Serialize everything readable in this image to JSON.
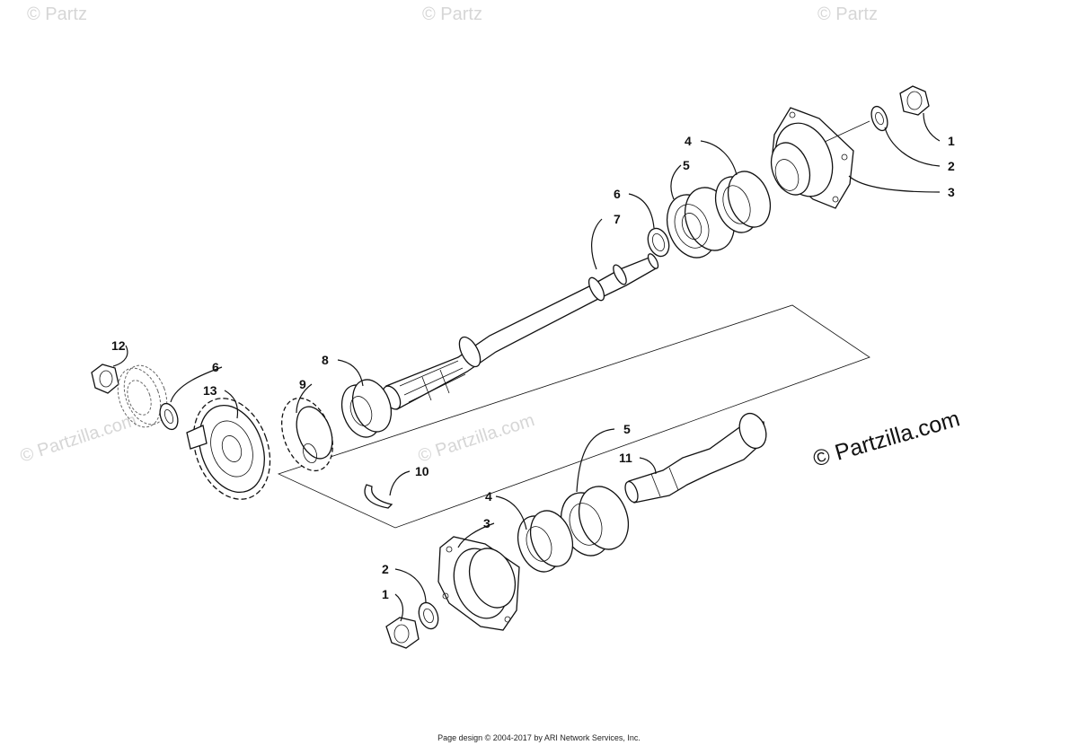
{
  "watermark": {
    "small_text": "© Partzilla.com",
    "top_fragment": "© Partz"
  },
  "brand": {
    "text": "© Partzilla.com"
  },
  "callouts": {
    "c1_upper": "1",
    "c2_upper": "2",
    "c3_upper": "3",
    "c4_upper": "4",
    "c5_upper": "5",
    "c6_upper": "6",
    "c7": "7",
    "c8": "8",
    "c9": "9",
    "c10": "10",
    "c11": "11",
    "c12": "12",
    "c13": "13",
    "c6_left": "6",
    "c5_lower": "5",
    "c4_lower": "4",
    "c3_lower": "3",
    "c2_lower": "2",
    "c1_lower": "1"
  },
  "footer": {
    "text": "Page design © 2004-2017 by ARI Network Services, Inc."
  }
}
